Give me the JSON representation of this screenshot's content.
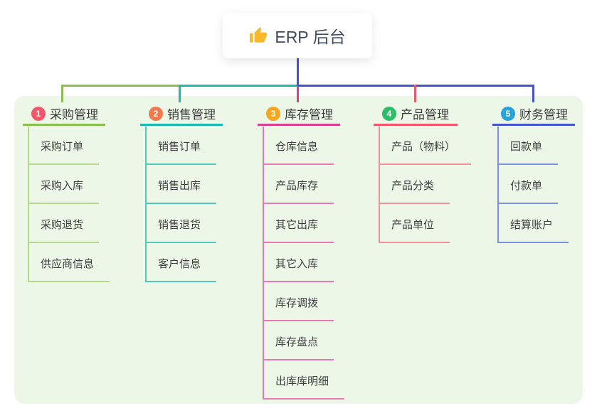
{
  "root": {
    "icon": "thumbs-up-icon",
    "label": "ERP 后台"
  },
  "branches": [
    {
      "number": "1",
      "label": "采购管理",
      "badge_color": "#f2566b",
      "line_color": "#89bf4e",
      "child_line_color": "#b3d98c",
      "children": [
        "采购订单",
        "采购入库",
        "采购退货",
        "供应商信息"
      ]
    },
    {
      "number": "2",
      "label": "销售管理",
      "badge_color": "#f2794d",
      "line_color": "#18bcab",
      "child_line_color": "#4ecabb",
      "children": [
        "销售订单",
        "销售出库",
        "销售退货",
        "客户信息"
      ]
    },
    {
      "number": "3",
      "label": "库存管理",
      "badge_color": "#f6a623",
      "line_color": "#d8418c",
      "child_line_color": "#e977b2",
      "children": [
        "仓库信息",
        "产品库存",
        "其它出库",
        "其它入库",
        "库存调拨",
        "库存盘点",
        "出库库明细"
      ]
    },
    {
      "number": "4",
      "label": "产品管理",
      "badge_color": "#2ebd68",
      "line_color": "#f2566b",
      "child_line_color": "#f78f9b",
      "children": [
        "产品（物料）",
        "产品分类",
        "产品单位"
      ]
    },
    {
      "number": "5",
      "label": "财务管理",
      "badge_color": "#28a3d9",
      "line_color": "#4355cc",
      "child_line_color": "#7c8fe0",
      "children": [
        "回款单",
        "付款单",
        "结算账户"
      ]
    }
  ],
  "colors": {
    "page_background": "#ffffff",
    "panel_background": "#ecf7e8",
    "root_connector": "#4355cc",
    "root_text": "#3e4b5e",
    "node_text": "#3b3b3b"
  }
}
